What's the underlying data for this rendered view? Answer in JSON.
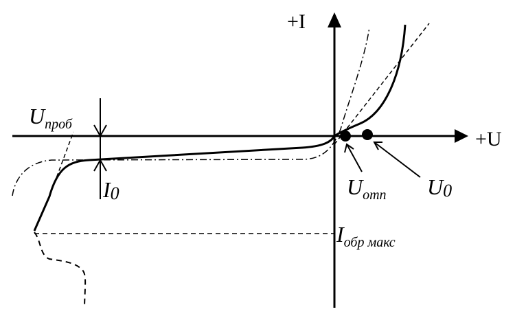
{
  "axes": {
    "y_label": "+I",
    "x_label": "+U"
  },
  "labels": {
    "u_breakdown_main": "U",
    "u_breakdown_sub": "проб",
    "i0_main": "I",
    "i0_sub": "0",
    "u_open_main": "U",
    "u_open_sub": "отп",
    "u0_main": "U",
    "u0_sub": "0",
    "i_rev_max_main": "I",
    "i_rev_max_sub": "обр макс"
  },
  "colors": {
    "ink": "#000000",
    "background": "#ffffff"
  }
}
